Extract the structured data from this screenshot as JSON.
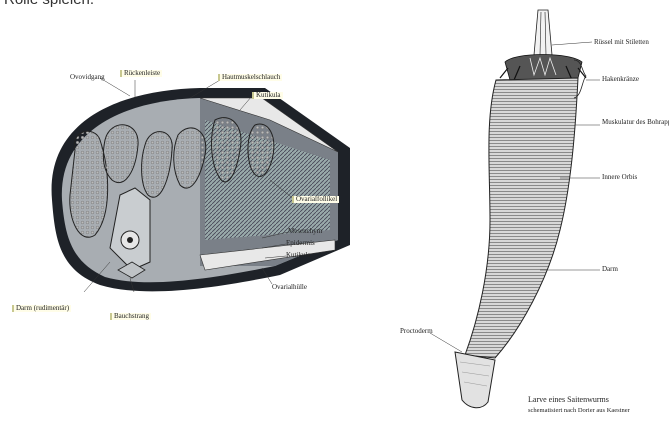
{
  "intro_text": "Rolle spielen.",
  "cross_section": {
    "labels": {
      "oviduct": "Ovovidgang",
      "dorsal_ridge": "Rückenleiste",
      "muscle_bridge": "Hautmuskelschlauch",
      "cuticle_top": "Kutikula",
      "ovary_follicle": "Ovarialfollikel",
      "mesenchyme": "Mesenchym",
      "epidermis": "Epidermis",
      "cuticle": "Kutikula",
      "ovary_sheath": "Ovarialhülle",
      "intestine": "Darm (rudimentär)",
      "ventral_cord": "Bauchstrang"
    }
  },
  "larva": {
    "labels": {
      "proboscis": "Rüssel mit Stiletten",
      "hooks": "Hakenkränze",
      "musculature": "Muskulatur des Bohrapparates",
      "inner_cuticle": "Innere Orbis",
      "gut": "Darm",
      "posterior": "Proctoderm"
    },
    "caption_line1": "Larve eines Saitenwurms",
    "caption_line2": "schematisiert nach Dorier aus Kaestner"
  }
}
